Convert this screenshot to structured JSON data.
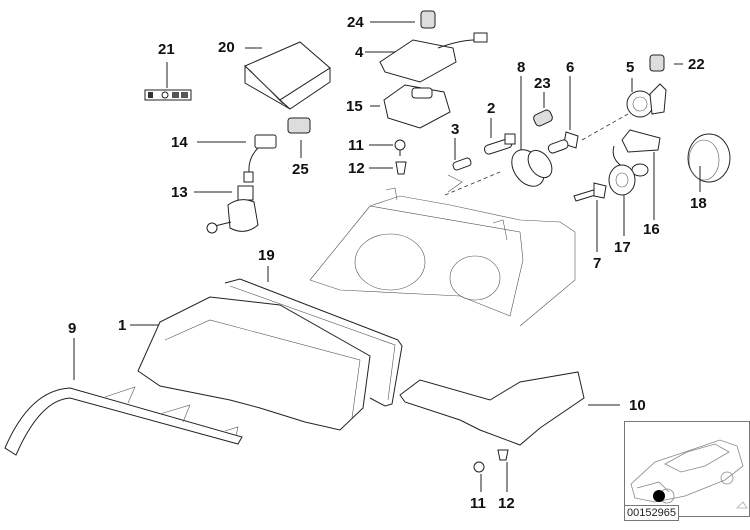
{
  "diagram": {
    "title": "Headlight assembly parts diagram",
    "callouts": [
      {
        "id": "c1",
        "label": "1",
        "part": "headlight-lens"
      },
      {
        "id": "c2",
        "label": "2",
        "part": "bulb"
      },
      {
        "id": "c3",
        "label": "3",
        "part": "side-marker-bulb"
      },
      {
        "id": "c4",
        "label": "4",
        "part": "bracket-with-wiring"
      },
      {
        "id": "c5",
        "label": "5",
        "part": "xenon-ignitor"
      },
      {
        "id": "c6",
        "label": "6",
        "part": "bulb-h7"
      },
      {
        "id": "c7",
        "label": "7",
        "part": "xenon-bulb"
      },
      {
        "id": "c8",
        "label": "8",
        "part": "rubber-cap"
      },
      {
        "id": "c9",
        "label": "9",
        "part": "trim-strip"
      },
      {
        "id": "c10",
        "label": "10",
        "part": "lower-bracket"
      },
      {
        "id": "c11a",
        "label": "11",
        "part": "screw"
      },
      {
        "id": "c11b",
        "label": "11",
        "part": "screw"
      },
      {
        "id": "c12a",
        "label": "12",
        "part": "clip-nut"
      },
      {
        "id": "c12b",
        "label": "12",
        "part": "clip-nut"
      },
      {
        "id": "c13",
        "label": "13",
        "part": "adjusting-motor"
      },
      {
        "id": "c14",
        "label": "14",
        "part": "wiring-connector"
      },
      {
        "id": "c15",
        "label": "15",
        "part": "control-unit"
      },
      {
        "id": "c16",
        "label": "16",
        "part": "bulb-holder-cable"
      },
      {
        "id": "c17",
        "label": "17",
        "part": "rubber-grommet"
      },
      {
        "id": "c18",
        "label": "18",
        "part": "cover-cap"
      },
      {
        "id": "c19",
        "label": "19",
        "part": "gasket"
      },
      {
        "id": "c20",
        "label": "20",
        "part": "repair-kit-box"
      },
      {
        "id": "c21",
        "label": "21",
        "part": "warning-label"
      },
      {
        "id": "c22",
        "label": "22",
        "part": "socket"
      },
      {
        "id": "c23",
        "label": "23",
        "part": "plug"
      },
      {
        "id": "c24",
        "label": "24",
        "part": "socket-housing"
      },
      {
        "id": "c25",
        "label": "25",
        "part": "connector"
      }
    ],
    "inset": {
      "caption": "vehicle location reference",
      "catalog_number": "00152965"
    }
  }
}
